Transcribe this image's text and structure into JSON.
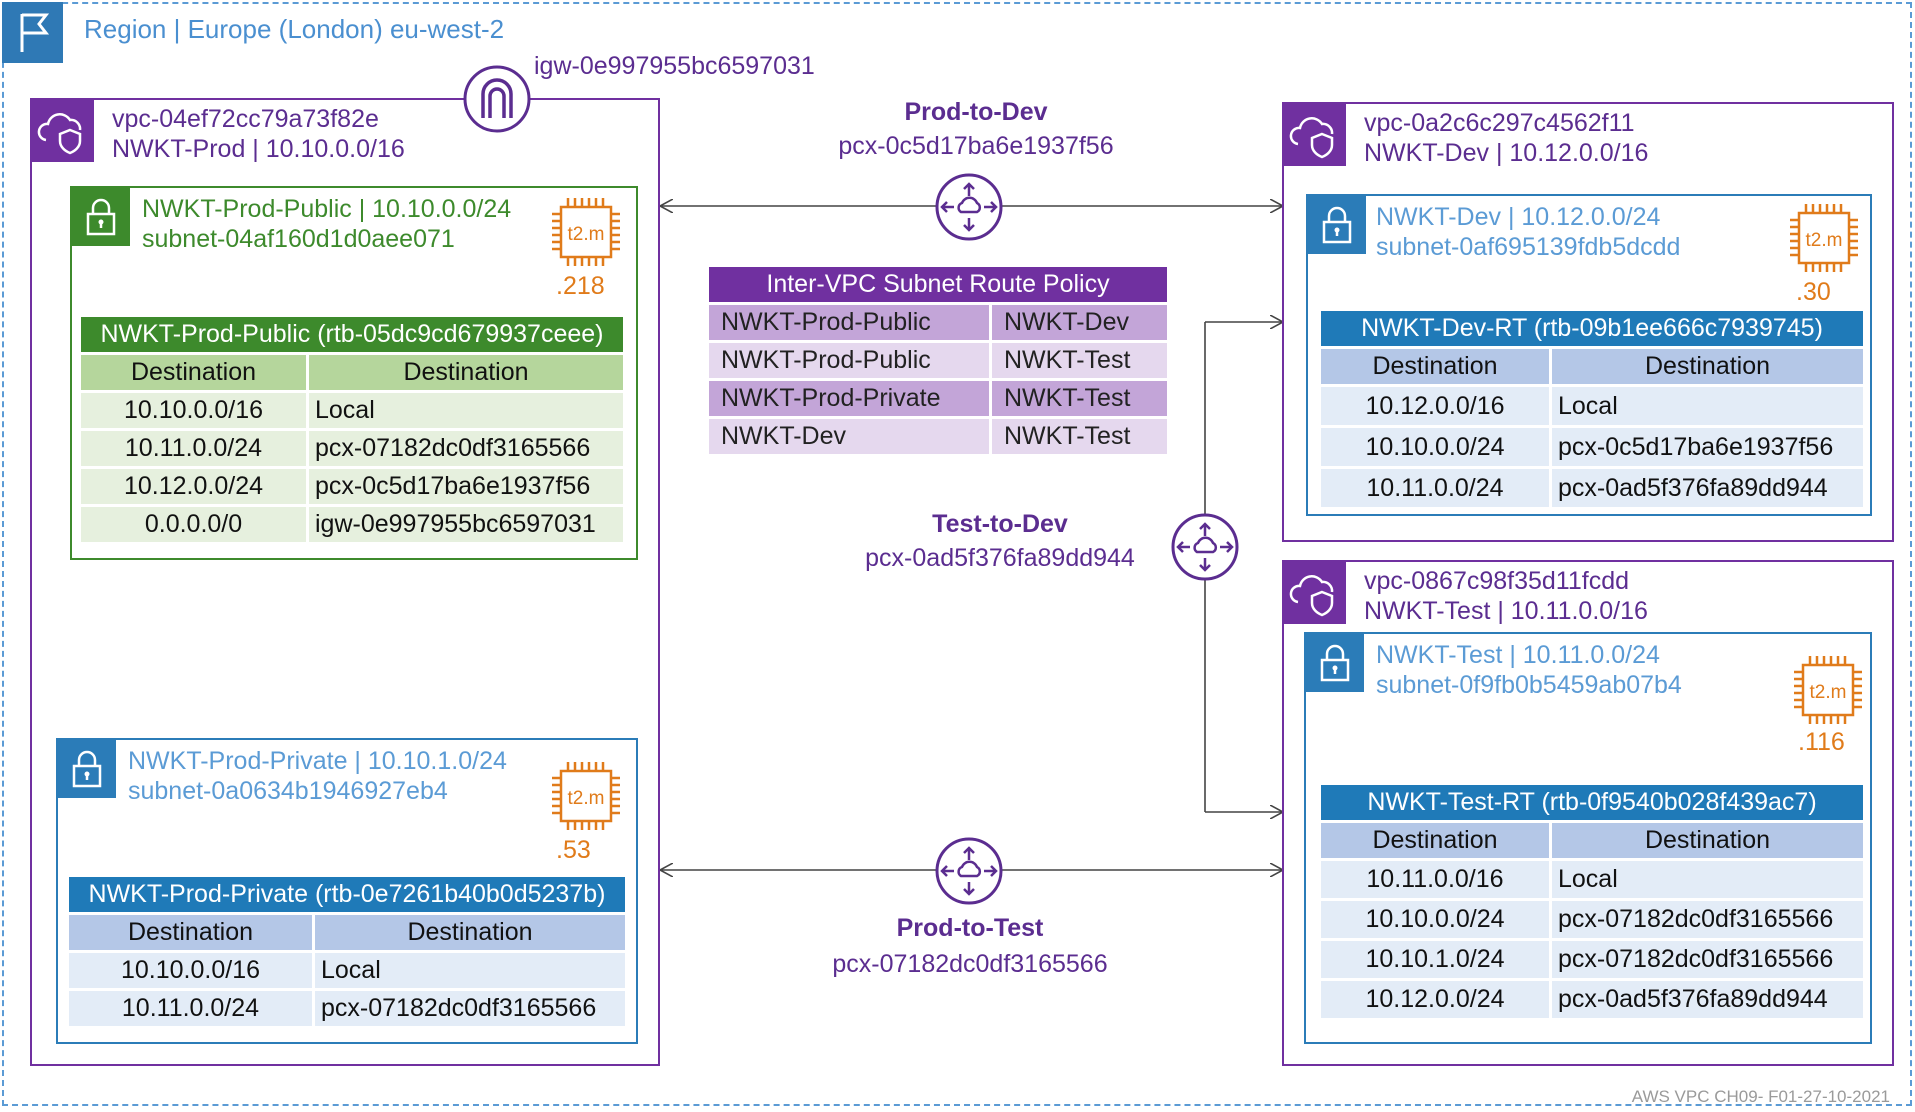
{
  "region": {
    "label": "Region | Europe (London) eu-west-2",
    "icon": "flag-icon"
  },
  "igw": {
    "id": "igw-0e997955bc6597031",
    "icon": "internet-gateway-icon"
  },
  "vpcs": {
    "prod": {
      "id": "vpc-04ef72cc79a73f82e",
      "name": "NWKT-Prod | 10.10.0.0/16",
      "public_subnet": {
        "name": "NWKT-Prod-Public | 10.10.0.0/24",
        "id": "subnet-04af160d1d0aee071",
        "instance": {
          "type": "t2.m",
          "ip": ".218"
        },
        "route_table": {
          "title": "NWKT-Prod-Public (rtb-05dc9cd679937ceee)",
          "headers": [
            "Destination",
            "Destination"
          ],
          "rows": [
            [
              "10.10.0.0/16",
              "Local"
            ],
            [
              "10.11.0.0/24",
              "pcx-07182dc0df3165566"
            ],
            [
              "10.12.0.0/24",
              "pcx-0c5d17ba6e1937f56"
            ],
            [
              "0.0.0.0/0",
              "igw-0e997955bc6597031"
            ]
          ]
        }
      },
      "private_subnet": {
        "name": "NWKT-Prod-Private | 10.10.1.0/24",
        "id": "subnet-0a0634b1946927eb4",
        "instance": {
          "type": "t2.m",
          "ip": ".53"
        },
        "route_table": {
          "title": "NWKT-Prod-Private (rtb-0e7261b40b0d5237b)",
          "headers": [
            "Destination",
            "Destination"
          ],
          "rows": [
            [
              "10.10.0.0/16",
              "Local"
            ],
            [
              "10.11.0.0/24",
              "pcx-07182dc0df3165566"
            ]
          ]
        }
      }
    },
    "dev": {
      "id": "vpc-0a2c6c297c4562f11",
      "name": "NWKT-Dev | 10.12.0.0/16",
      "subnet": {
        "name": "NWKT-Dev | 10.12.0.0/24",
        "id": "subnet-0af695139fdb5dcdd",
        "instance": {
          "type": "t2.m",
          "ip": ".30"
        },
        "route_table": {
          "title": "NWKT-Dev-RT (rtb-09b1ee666c7939745)",
          "headers": [
            "Destination",
            "Destination"
          ],
          "rows": [
            [
              "10.12.0.0/16",
              "Local"
            ],
            [
              "10.10.0.0/24",
              "pcx-0c5d17ba6e1937f56"
            ],
            [
              "10.11.0.0/24",
              "pcx-0ad5f376fa89dd944"
            ]
          ]
        }
      }
    },
    "test": {
      "id": "vpc-0867c98f35d11fcdd",
      "name": "NWKT-Test | 10.11.0.0/16",
      "subnet": {
        "name": "NWKT-Test | 10.11.0.0/24",
        "id": "subnet-0f9fb0b5459ab07b4",
        "instance": {
          "type": "t2.m",
          "ip": ".116"
        },
        "route_table": {
          "title": "NWKT-Test-RT (rtb-0f9540b028f439ac7)",
          "headers": [
            "Destination",
            "Destination"
          ],
          "rows": [
            [
              "10.11.0.0/16",
              "Local"
            ],
            [
              "10.10.0.0/24",
              "pcx-07182dc0df3165566"
            ],
            [
              "10.10.1.0/24",
              "pcx-07182dc0df3165566"
            ],
            [
              "10.12.0.0/24",
              "pcx-0ad5f376fa89dd944"
            ]
          ]
        }
      }
    }
  },
  "peerings": {
    "prod_dev": {
      "name": "Prod-to-Dev",
      "id": "pcx-0c5d17ba6e1937f56"
    },
    "test_dev": {
      "name": "Test-to-Dev",
      "id": "pcx-0ad5f376fa89dd944"
    },
    "prod_test": {
      "name": "Prod-to-Test",
      "id": "pcx-07182dc0df3165566"
    }
  },
  "policy": {
    "title": "Inter-VPC Subnet Route Policy",
    "rows": [
      [
        "NWKT-Prod-Public",
        "NWKT-Dev"
      ],
      [
        "NWKT-Prod-Public",
        "NWKT-Test"
      ],
      [
        "NWKT-Prod-Private",
        "NWKT-Test"
      ],
      [
        "NWKT-Dev",
        "NWKT-Test"
      ]
    ]
  },
  "footer": "AWS VPC CH09- F01-27-10-2021",
  "colors": {
    "vpc": "#7030a0",
    "public_subnet": "#3d8a2c",
    "private_subnet": "#2b7cb8",
    "ec2": "#e07b1a",
    "region": "#5b9bd5"
  }
}
